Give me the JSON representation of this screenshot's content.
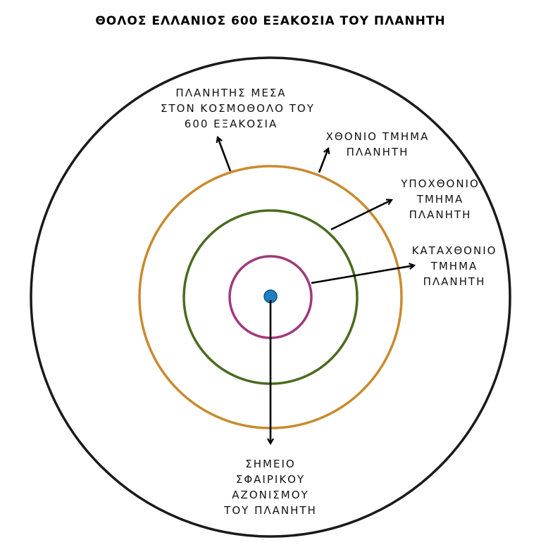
{
  "title": "ΘΟΛΟΣ ΕΛΛΑΝΙΟΣ 600 ΕΞΑΚΟΣΙΑ ΤΟΥ ΠΛΑΝΗΤΗ",
  "colors": {
    "outer": "#1a1a1a",
    "crust": "#c98a2e",
    "mantle": "#4a6b1f",
    "core": "#a0397a",
    "center": "#1f7fc4",
    "arrow": "#000000"
  },
  "labels": {
    "planet": [
      "ΠΛΑΝΗΤΗΣ ΜΕΣΑ",
      "ΣΤΟΝ ΚΟΣΜΟΘΟΛΟ ΤΟΥ",
      "600 ΕΞΑΚΟΣΙΑ"
    ],
    "crust": [
      "ΧΘΟΝΙΟ ΤΜΗΜΑ",
      "ΠΛΑΝΗΤΗ"
    ],
    "mantle": [
      "ΥΠΟΧΘΟΝΙΟ",
      "ΤΜΗΜΑ",
      "ΠΛΑΝΗΤΗ"
    ],
    "core": [
      "ΚΑΤΑΧΘΟΝΙΟ",
      "ΤΜΗΜΑ",
      "ΠΛΑΝΗΤΗ"
    ],
    "center": [
      "ΣΗΜΕΙΟ",
      "ΣΦΑΙΡΙΚΟΥ",
      "ΑΖΟΝΙΣΜΟΥ",
      "ΤΟΥ ΠΛΑΝΗΤΗ"
    ]
  }
}
